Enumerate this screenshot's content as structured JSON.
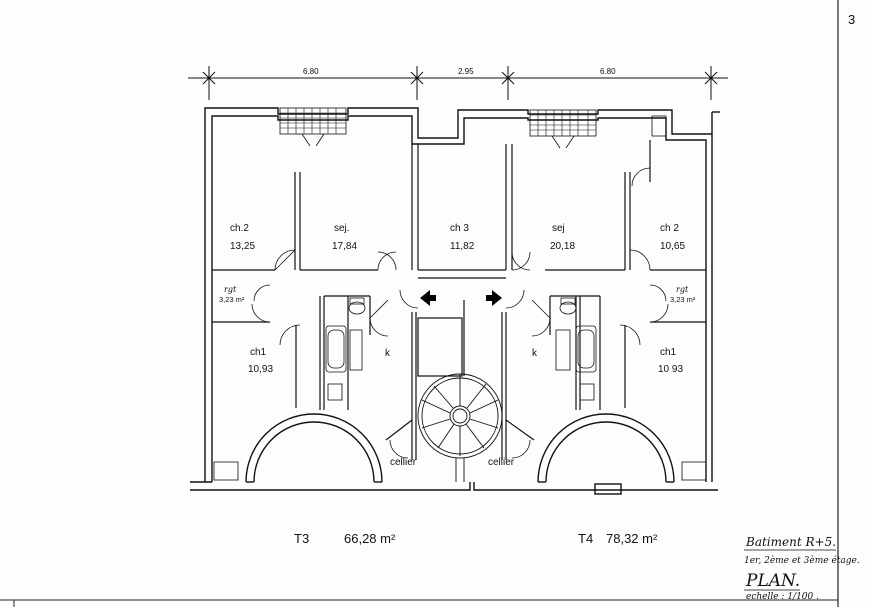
{
  "sheet": {
    "page_number": "3"
  },
  "dimensions": {
    "left": "6.80",
    "middle": "2.95",
    "right": "6.80"
  },
  "rooms": [
    {
      "name": "ch.2",
      "area": "13,25"
    },
    {
      "name": "sej.",
      "area": "17,84"
    },
    {
      "name": "ch 3",
      "area": "11,82"
    },
    {
      "name": "sej",
      "area": "20,18"
    },
    {
      "name": "ch 2",
      "area": "10,65"
    },
    {
      "name": "ch1",
      "area": "10,93"
    },
    {
      "name": "ch1",
      "area": "10 93"
    }
  ],
  "closets": [
    {
      "name": "rgt",
      "area": "3,23 m²"
    },
    {
      "name": "rgt",
      "area": "3,23 m²"
    }
  ],
  "kitchens": [
    "k",
    "k"
  ],
  "cellars": [
    "cellier",
    "cellier"
  ],
  "apartments": [
    {
      "type": "T3",
      "area": "66,28 m²"
    },
    {
      "type": "T4",
      "area": "78,32 m²"
    }
  ],
  "title_block": {
    "building": "Batiment R+5.",
    "floors": "1er, 2ème et 3ème étage.",
    "plan": "PLAN.",
    "scale": "echelle : 1/100 ."
  }
}
